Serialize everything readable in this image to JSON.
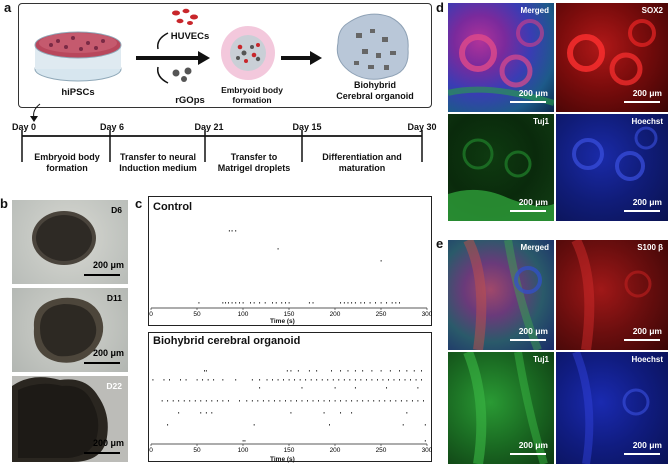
{
  "panel_a": {
    "label": "a",
    "step_labels": {
      "hipscs": "hiPSCs",
      "huvecs": "HUVECs",
      "rgops": "rGOps",
      "eb": "Embryoid body\nformation",
      "organoid": "Biohybrid\nCerebral organoid"
    },
    "timeline": {
      "days": [
        "Day 0",
        "Day 6",
        "Day 21",
        "Day 15",
        "Day 30"
      ],
      "stages": [
        "Embryoid body\nformation",
        "Transfer to neural\nInduction medium",
        "Transfer to\nMatrigel droplets",
        "Differentiation and\nmaturation"
      ]
    }
  },
  "panel_b": {
    "label": "b",
    "images": [
      {
        "tag": "D6",
        "scale": "200 μm"
      },
      {
        "tag": "D11",
        "scale": "200 μm"
      },
      {
        "tag": "D22",
        "scale": "200 μm"
      }
    ]
  },
  "panel_c": {
    "label": "c",
    "plots": [
      {
        "title": "Control",
        "xlabel": "Time (s)"
      },
      {
        "title": "Biohybrid cerebral organoid",
        "xlabel": "Time (s)"
      }
    ],
    "x_ticks": [
      "0",
      "50",
      "100",
      "150",
      "200",
      "250",
      "300"
    ],
    "chart_data": [
      {
        "type": "scatter",
        "title": "Control",
        "xlabel": "Time (s)",
        "xlim": [
          0,
          300
        ],
        "rows": [
          {
            "row": 1,
            "x": [
              85,
              88,
              92
            ]
          },
          {
            "row": 2,
            "x": [
              138
            ]
          },
          {
            "row": 3,
            "x": [
              250
            ]
          },
          {
            "row": 4,
            "x": [
              52,
              78,
              81,
              84,
              88,
              92,
              96,
              100,
              108,
              112,
              118,
              124,
              132,
              136,
              142,
              146,
              150,
              172,
              176,
              206,
              210,
              214,
              218,
              222,
              228,
              232,
              238,
              244,
              250,
              256,
              262,
              266,
              270
            ]
          }
        ]
      },
      {
        "type": "scatter",
        "title": "Biohybrid cerebral organoid",
        "xlabel": "Time (s)",
        "xlim": [
          0,
          300
        ],
        "rows": [
          {
            "row": 1,
            "x": [
              58,
              60,
              148,
              152,
              160,
              172,
              180,
              196,
              206,
              214,
              222,
              230,
              240,
              250,
              260,
              270,
              278,
              286,
              294
            ]
          },
          {
            "row": 2,
            "x": [
              2,
              14,
              20,
              32,
              38,
              50,
              56,
              62,
              68,
              78,
              92,
              110,
              118,
              126,
              132,
              138,
              144,
              150,
              156,
              162,
              168,
              174,
              180,
              186,
              192,
              198,
              204,
              210,
              216,
              222,
              228,
              234,
              240,
              246,
              252,
              258,
              264,
              270,
              276,
              282,
              288,
              294
            ]
          },
          {
            "row": 3,
            "x": [
              118,
              164,
              200,
              222,
              256,
              290
            ]
          },
          {
            "row": 4,
            "x": [
              12,
              18,
              24,
              30,
              36,
              42,
              48,
              54,
              60,
              66,
              72,
              78,
              84,
              96,
              104,
              110,
              116,
              122,
              128,
              134,
              140,
              146,
              152,
              158,
              164,
              170,
              176,
              182,
              188,
              194,
              200,
              206,
              212,
              218,
              224,
              230,
              236,
              242,
              248,
              254,
              260,
              266,
              272,
              278,
              284,
              290,
              296
            ]
          },
          {
            "row": 5,
            "x": [
              30,
              54,
              60,
              66,
              152,
              188,
              206,
              218,
              278
            ]
          },
          {
            "row": 6,
            "x": [
              18,
              112,
              194,
              274,
              298
            ]
          },
          {
            "row": 7,
            "x": [
              100,
              102,
              298
            ]
          }
        ]
      }
    ]
  },
  "panel_d": {
    "label": "d",
    "images": [
      {
        "title": "Merged",
        "scale": "200 μm"
      },
      {
        "title": "SOX2",
        "scale": "200 μm"
      },
      {
        "title": "Tuj1",
        "scale": "200 μm"
      },
      {
        "title": "Hoechst",
        "scale": "200 μm"
      }
    ]
  },
  "panel_e": {
    "label": "e",
    "images": [
      {
        "title": "Merged",
        "scale": "200 μm"
      },
      {
        "title": "S100 β",
        "scale": "200 μm"
      },
      {
        "title": "Tuj1",
        "scale": "200 μm"
      },
      {
        "title": "Hoechst",
        "scale": "200 μm"
      }
    ]
  },
  "colors": {
    "sox2": "#c81b1b",
    "tuj1": "#1f9a2a",
    "hoechst": "#1b2fb8",
    "s100b": "#b81b1b"
  }
}
